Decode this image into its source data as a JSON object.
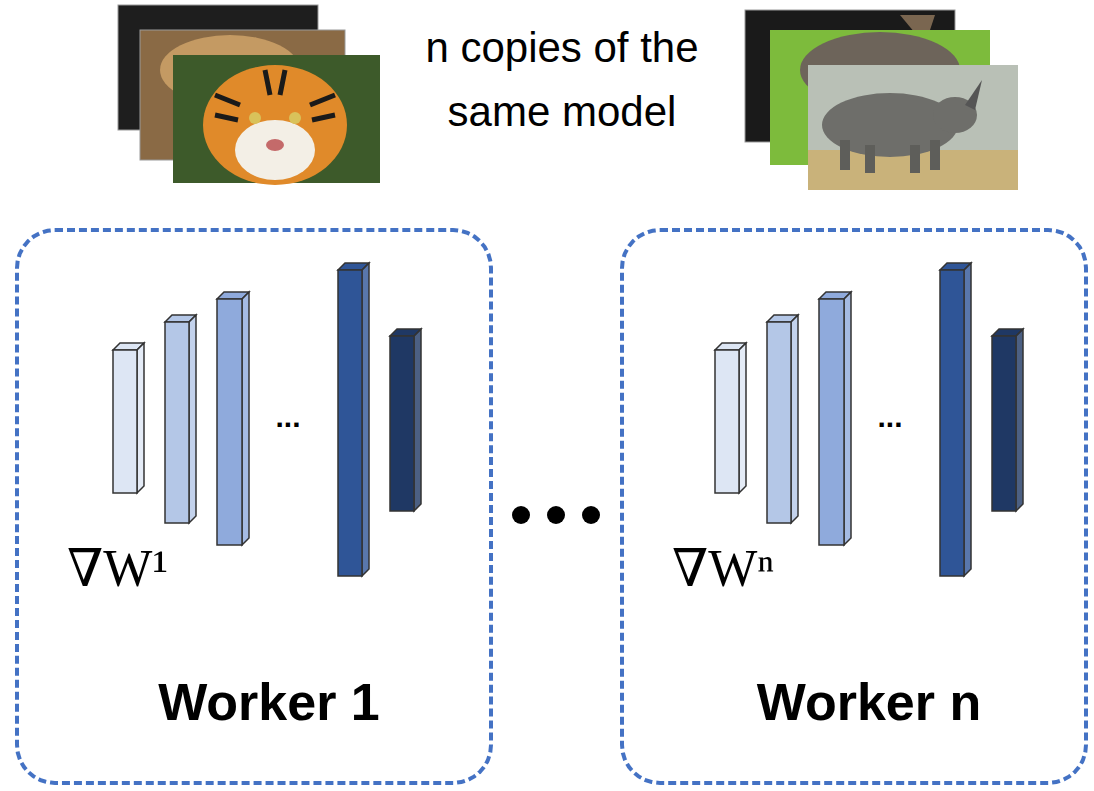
{
  "diagram": {
    "nodes": [
      {
        "text": [
          "∇W¹",
          "Worker 1"
        ]
      },
      {
        "text": [
          "∇Wⁿ",
          "Worker n"
        ]
      }
    ],
    "labels": [
      "n copies of the same model",
      "...",
      "..."
    ]
  }
}
